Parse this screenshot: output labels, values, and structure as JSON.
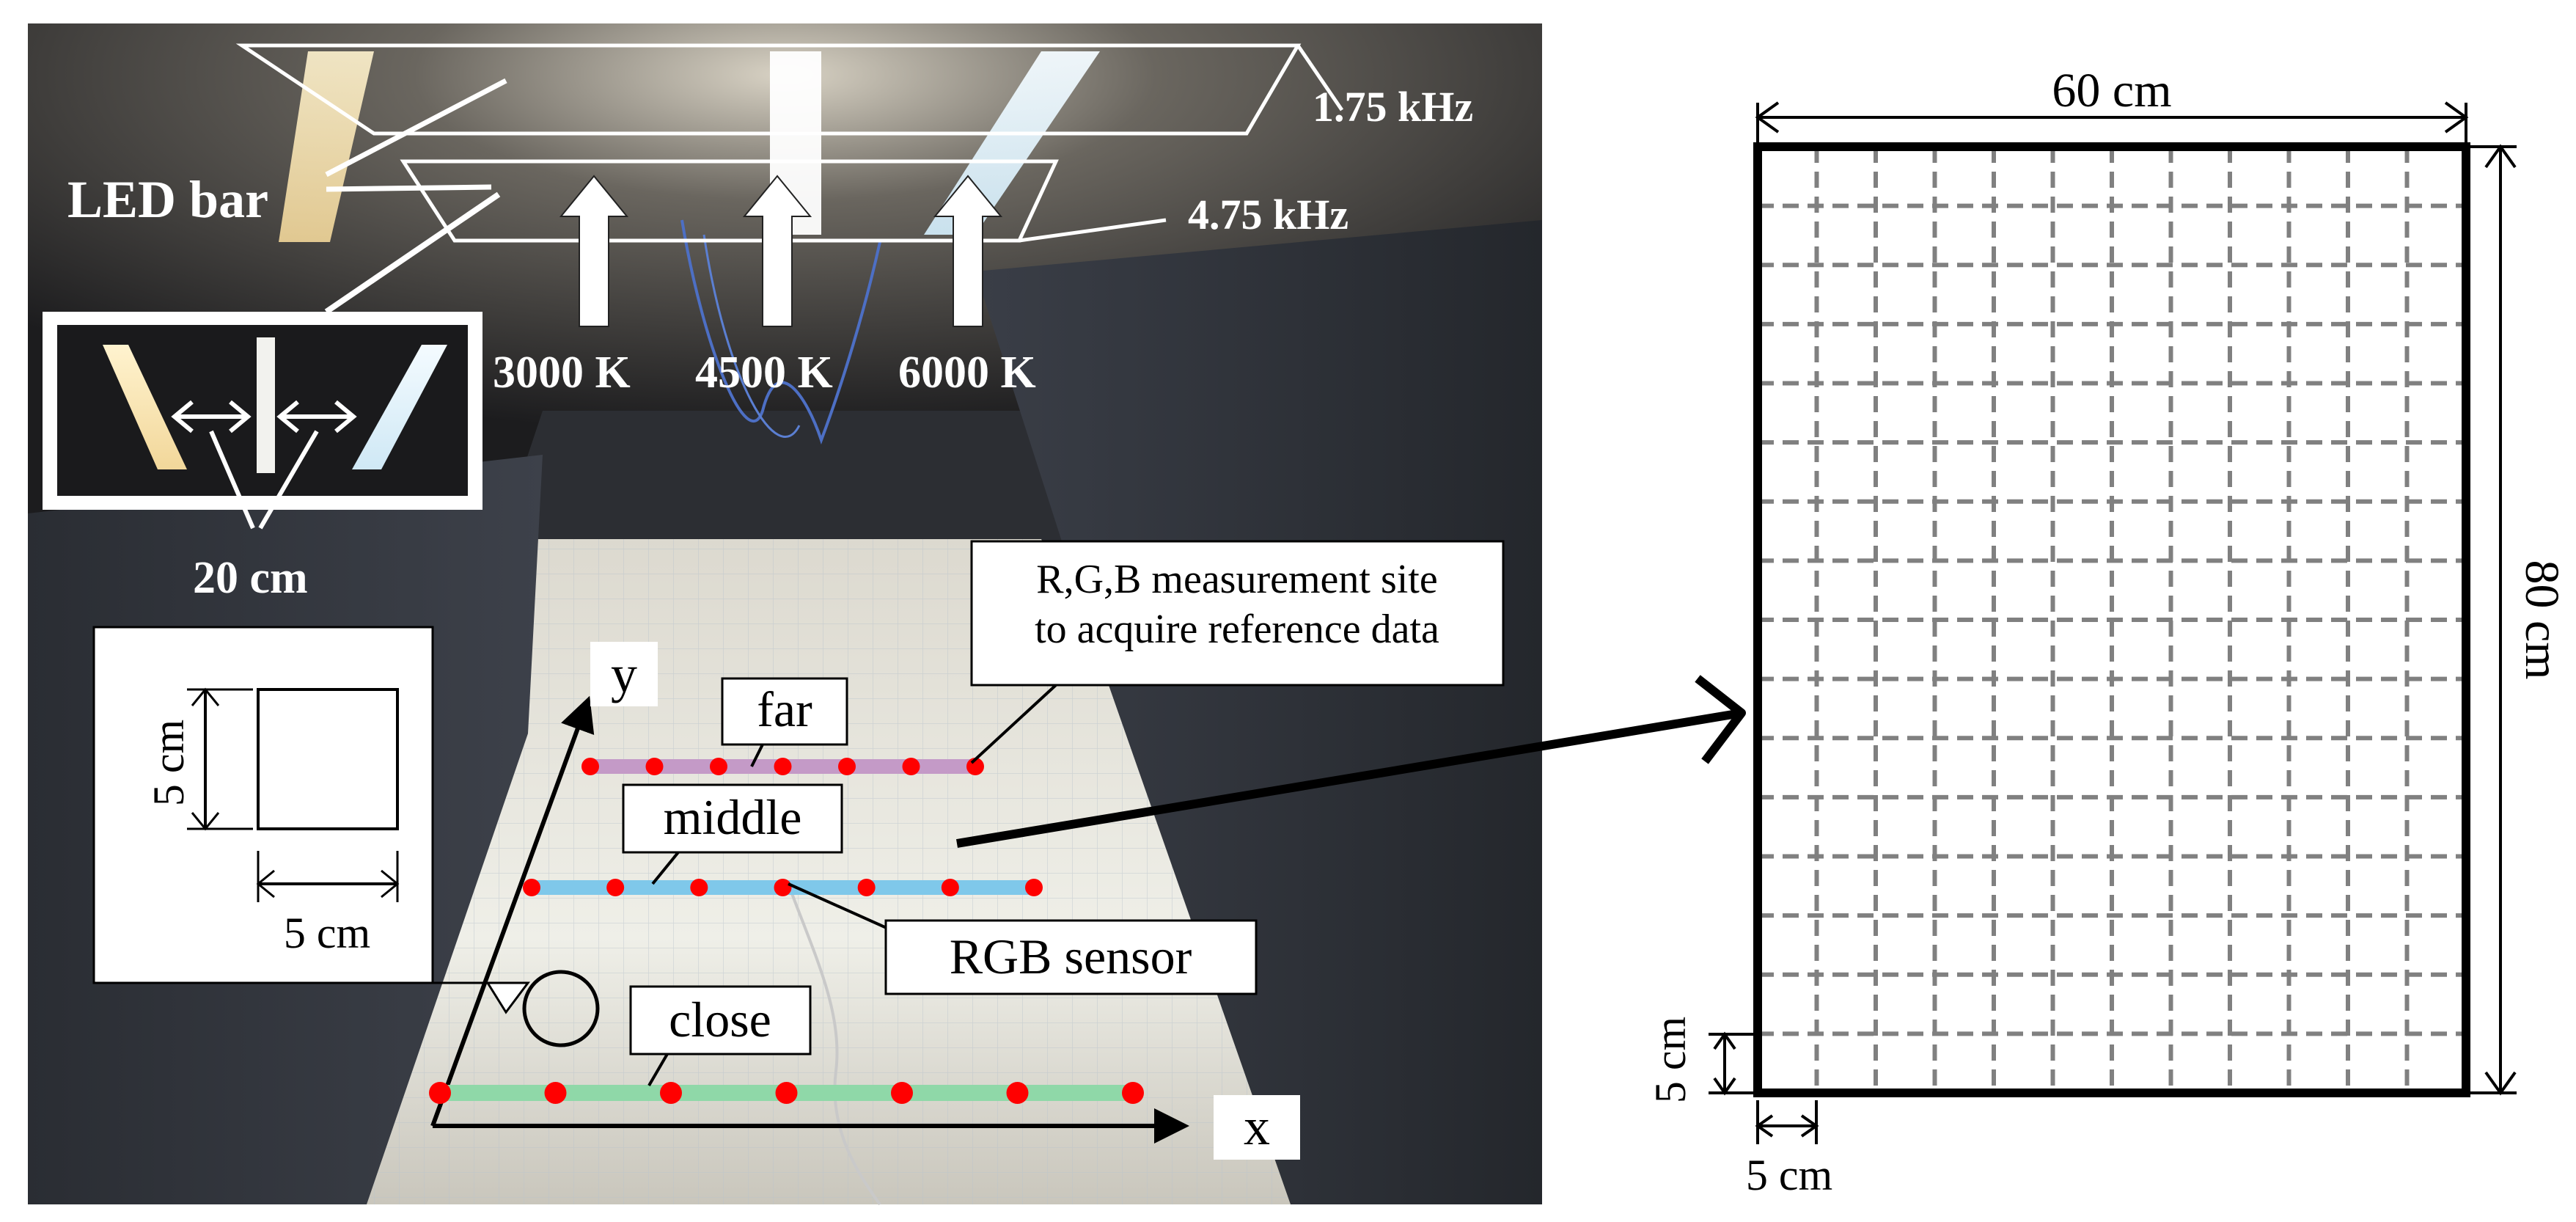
{
  "photo": {
    "led_bar_label": "LED bar",
    "freq_top": "1.75 kHz",
    "freq_bottom": "4.75 kHz",
    "color_temps": [
      "3000 K",
      "4500 K",
      "6000 K"
    ],
    "spacing_label": "20 cm",
    "inset_height_label": "5 cm",
    "inset_width_label": "5 cm",
    "axis_y": "y",
    "axis_x": "x",
    "rows": [
      {
        "name": "far",
        "color": "#c49ac7",
        "points": 7
      },
      {
        "name": "middle",
        "color": "#7fc8ea",
        "points": 7
      },
      {
        "name": "close",
        "color": "#8fd8a8",
        "points": 7
      }
    ],
    "measurement_callout_line1": "R,G,B measurement site",
    "measurement_callout_line2": "to acquire reference data",
    "sensor_label": "RGB sensor",
    "point_color": "#ff0000"
  },
  "grid_diagram": {
    "width_label": "60 cm",
    "height_label": "80 cm",
    "cell_height_label": "5 cm",
    "cell_width_label": "5 cm",
    "columns": 12,
    "rows": 16,
    "dash_color": "#808080"
  }
}
